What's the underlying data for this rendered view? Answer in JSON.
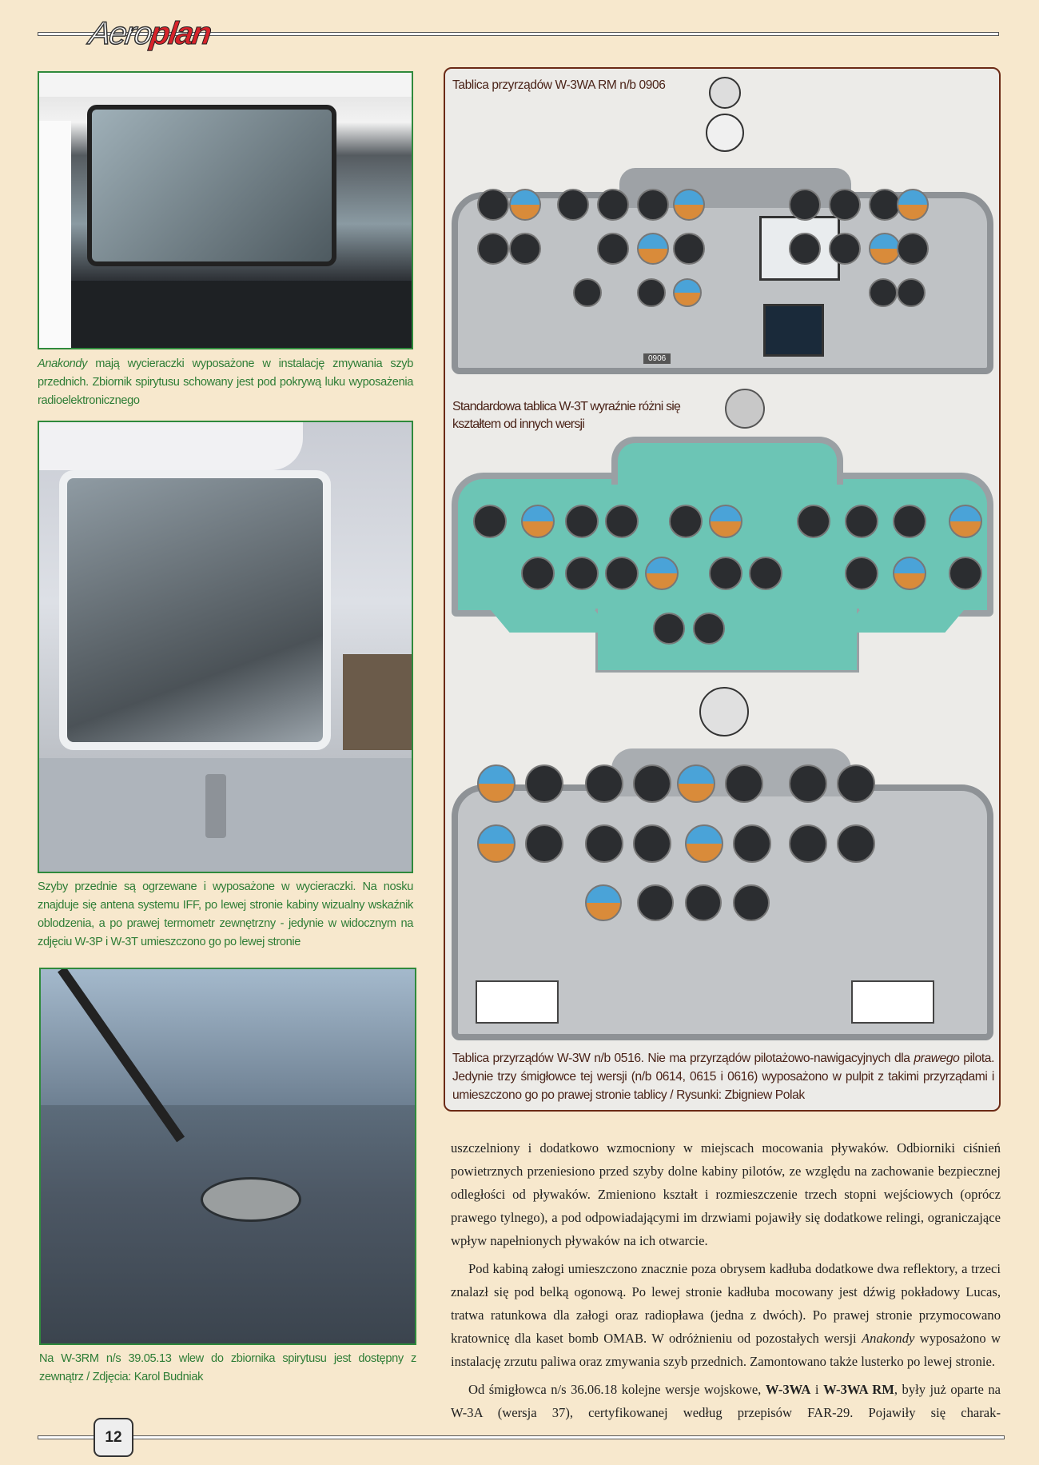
{
  "header": {
    "logo_part1": "Aero",
    "logo_part2": "plan"
  },
  "photos": [
    {
      "caption_italic": "Anakondy",
      "caption": " mają wycieraczki wyposażone w instalację zmywania szyb przednich. Zbiornik spirytusu schowany jest pod pokrywą luku wyposażenia radioelektronicznego"
    },
    {
      "caption": "Szyby przednie są ogrzewane i wyposażone w wycieraczki. Na nosku znajduje się antena systemu IFF, po lewej stronie kabiny wizualny wskaźnik oblodzenia, a po prawej termometr zewnętrzny - jedynie w widocznym na zdjęciu W-3P i W-3T umieszczono go po lewej stronie"
    },
    {
      "caption": "Na W-3RM n/s 39.05.13 wlew do zbiornika spirytusu jest dostępny z zewnątrz / Zdjęcia: Karol Budniak"
    }
  ],
  "panels": {
    "p1_caption": "Tablica przyrządów W-3WA RM n/b 0906",
    "p1_tag": "0906",
    "p2_caption_line1": "Standardowa tablica W-3T wyraźnie różni się",
    "p2_caption_line2": "kształtem od innych wersji",
    "p3_caption_1": "Tablica przyrządów W-3W n/b 0516. Nie ma przyrządów pilotażowo-nawigacyjnych dla ",
    "p3_caption_italic": "prawego",
    "p3_caption_2": " pilota. Jedynie trzy śmigłowce tej wersji (n/b 0614, 0615 i 0616) wyposażono w pulpit z takimi przyrządami i umieszczono go po prawej stronie tablicy / Rysunki: Zbigniew Polak"
  },
  "body": {
    "p1": "uszczelniony i dodatkowo wzmocniony w miejscach mocowania pływaków. Odbiorniki ciśnień powietrznych przeniesiono przed szyby dolne kabiny pilotów, ze względu na zachowanie bezpiecznej odległości od pływaków. Zmieniono kształt i rozmieszczenie trzech stopni wejściowych (oprócz prawego tylnego), a pod odpowiadającymi im drzwiami pojawiły się dodatkowe relingi, ograniczające wpływ napełnionych pływaków na ich otwarcie.",
    "p2a": "Pod kabiną załogi umieszczono znacznie poza obrysem kadłuba dodatkowe dwa reflektory, a trzeci znalazł się pod belką ogonową. Po lewej stronie kadłuba mocowany jest dźwig pokładowy Lucas, tratwa ratunkowa dla załogi oraz radiopława (jedna z dwóch). Po prawej stronie przymocowano kratownicę dla kaset bomb OMAB. W odróżnieniu od pozostałych wersji ",
    "p2_italic": "Anakondy",
    "p2b": " wyposażono w instalację zrzutu paliwa oraz zmywania szyb przednich. Zamontowano także lusterko po lewej stronie.",
    "p3a": "Od śmigłowca n/s 36.06.18 kolejne wersje wojskowe, ",
    "p3_bold1": "W-3WA",
    "p3b": " i ",
    "p3_bold2": "W-3WA RM",
    "p3c": ", były już oparte na W-3A (wersja 37), certyfikowanej według przepisów FAR-29. Pojawiły się charak-"
  },
  "footer": {
    "page_number": "12"
  },
  "colors": {
    "caption_green": "#2e7d36",
    "frame_brown": "#6b2a16",
    "panel_teal": "#6cc5b5",
    "panel_gray": "#b9bcc0"
  }
}
